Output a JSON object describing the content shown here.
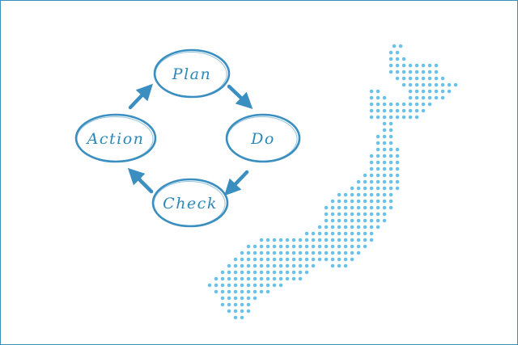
{
  "colors": {
    "stroke": "#3a8fc0",
    "dots": "#6cc3ea",
    "border": "#3a8fb8",
    "background": "#ffffff"
  },
  "cycle": {
    "nodes": [
      {
        "id": "plan",
        "label": "Plan"
      },
      {
        "id": "do",
        "label": "Do"
      },
      {
        "id": "check",
        "label": "Check"
      },
      {
        "id": "action",
        "label": "Action"
      }
    ]
  },
  "map": {
    "icon": "japan-dotted-map-icon"
  }
}
